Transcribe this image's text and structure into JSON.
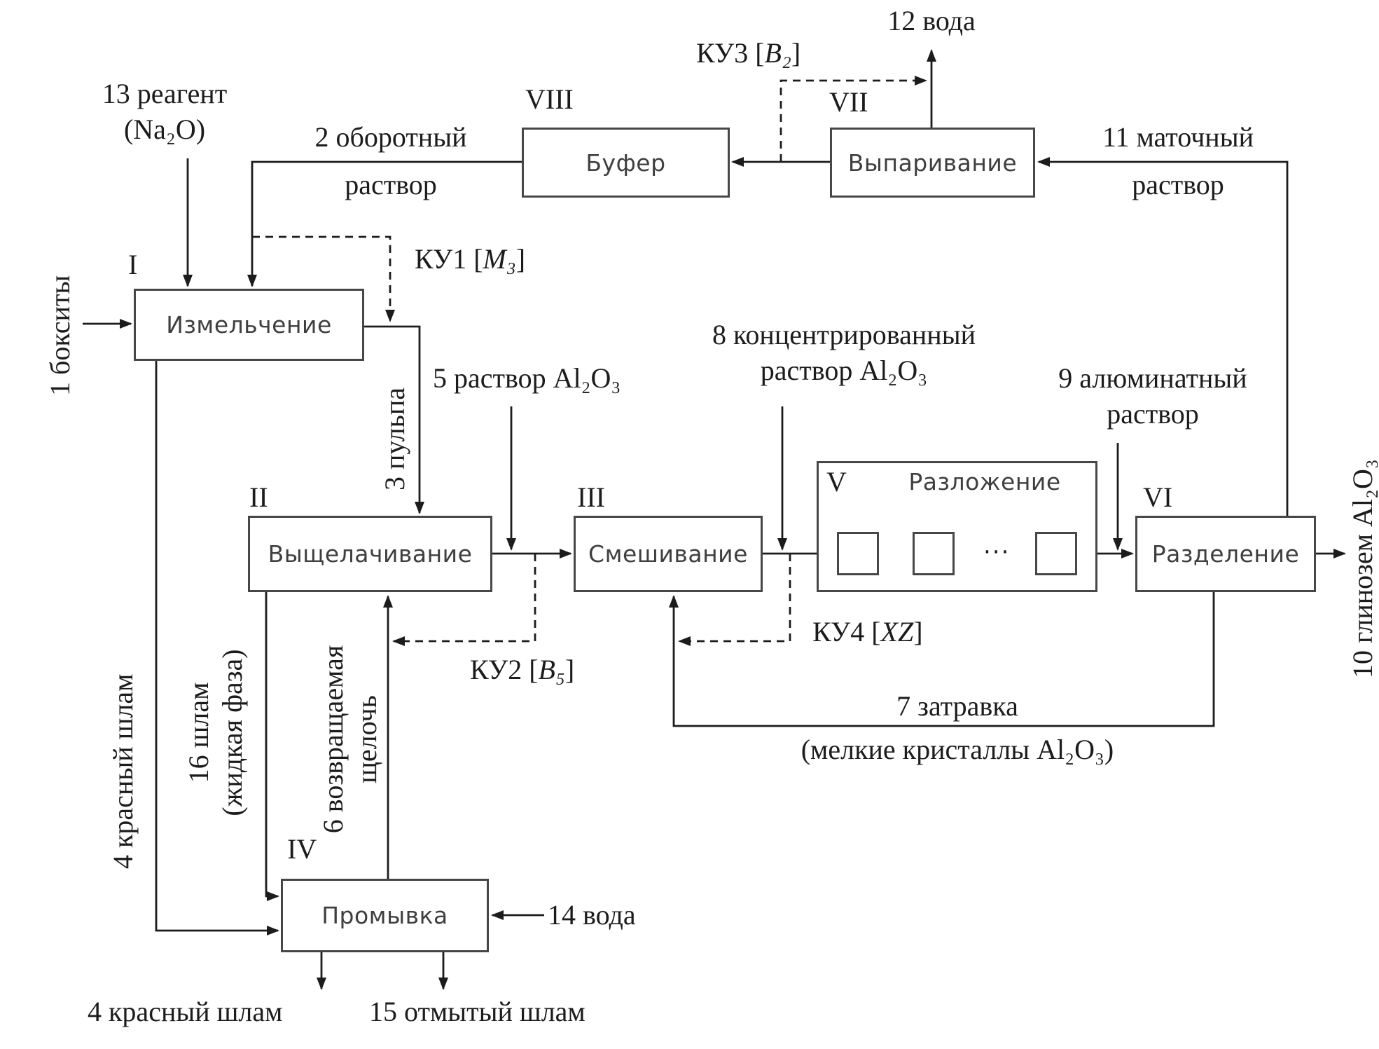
{
  "boxes": {
    "grinding": {
      "numeral": "I",
      "label": "Измельчение"
    },
    "leaching": {
      "numeral": "II",
      "label": "Выщелачивание"
    },
    "mixing": {
      "numeral": "III",
      "label": "Смешивание"
    },
    "washing": {
      "numeral": "IV",
      "label": "Промывка"
    },
    "decomposition": {
      "numeral": "V",
      "label": "Разложение"
    },
    "separation": {
      "numeral": "VI",
      "label": "Разделение"
    },
    "evaporation": {
      "numeral": "VII",
      "label": "Выпаривание"
    },
    "buffer": {
      "numeral": "VIII",
      "label": "Буфер"
    }
  },
  "streams": {
    "bauxite": "1 бокситы",
    "circ2_l1": "2 оборотный",
    "circ2_l2": "раствор",
    "pulp": "3 пульпа",
    "red_mud_left": "4 красный шлам",
    "sol5": "5 раствор Al₂O₃",
    "alkali6_l1": "6 возвращаемая",
    "alkali6_l2": "щелочь",
    "seed7_l1": "7 затравка",
    "seed7_l2": "(мелкие кристаллы  Al₂O₃)",
    "conc8_l1": "8 концентрированный",
    "conc8_l2": "раствор Al₂O₃",
    "alum9_l1": "9 алюминатный",
    "alum9_l2": "раствор",
    "alumina10": "10 глинозем Al₂O₃",
    "mother11_l1": "11 маточный",
    "mother11_l2": "раствор",
    "water12": "12 вода",
    "reagent13_l1": "13 реагент",
    "reagent13_l2": "(Na₂O)",
    "water14": "14 вода",
    "washed15": "15 отмытый шлам",
    "sludge16_l1": "16 шлам",
    "sludge16_l2": "(жидкая фаза)",
    "red_mud_bottom": "4 красный шлам"
  },
  "controls": {
    "ku1": {
      "prefix": "КУ1 [",
      "variable": "M₃",
      "suffix": "]"
    },
    "ku2": {
      "prefix": "КУ2 [",
      "variable": "B₅",
      "suffix": "]"
    },
    "ku3": {
      "prefix": "КУ3 [",
      "variable": "B₂",
      "suffix": "]"
    },
    "ku4": {
      "prefix": "КУ4 [",
      "variable": "XZ",
      "suffix": "]"
    }
  },
  "dots": "···"
}
